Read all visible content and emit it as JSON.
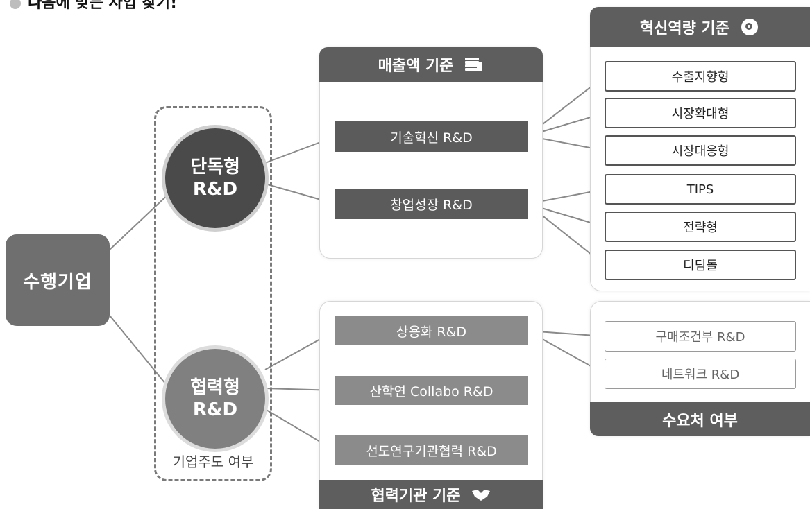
{
  "heading": "다음에 맞는 사업 찾기!",
  "root": "수행기업",
  "dash_label": "기업주도 여부",
  "circles": {
    "solo": [
      "단독형",
      "R&D"
    ],
    "coop": [
      "협력형",
      "R&D"
    ]
  },
  "sales_panel": {
    "title": "매출액 기준",
    "items": [
      "기술혁신 R&D",
      "창업성장 R&D"
    ]
  },
  "partner_panel": {
    "title": "협력기관 기준",
    "items": [
      "상용화 R&D",
      "산학연 Collabo R&D",
      "선도연구기관협력 R&D"
    ]
  },
  "innovation_panel": {
    "title": "혁신역량 기준",
    "items": [
      "수출지향형",
      "시장확대형",
      "시장대응형",
      "TIPS",
      "전략형",
      "디딤돌"
    ]
  },
  "demand_panel": {
    "title": "수요처 여부",
    "items": [
      "구매조건부 R&D",
      "네트워크 R&D"
    ]
  },
  "icons": {
    "sales": "stacked-coins-icon",
    "innovation": "gear-head-icon",
    "partner": "handshake-icon",
    "heading": "bullet-dot-icon"
  },
  "colors": {
    "dark": "#4a4a4a",
    "mid": "#808080",
    "header": "#5e5e5e"
  }
}
